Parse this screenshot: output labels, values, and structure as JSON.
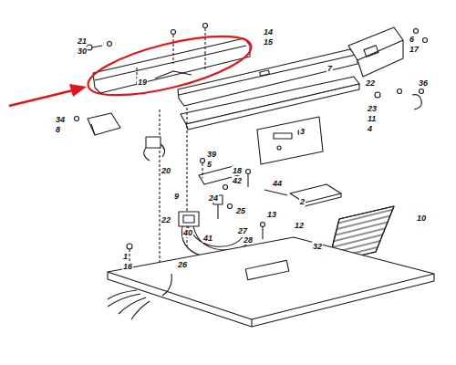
{
  "diagram": {
    "labels": [
      "21",
      "30",
      "19",
      "14",
      "15",
      "6",
      "17",
      "7",
      "22",
      "36",
      "34",
      "8",
      "20",
      "23",
      "11",
      "4",
      "3",
      "39",
      "5",
      "18",
      "42",
      "44",
      "24",
      "25",
      "2",
      "12",
      "13",
      "10",
      "22",
      "9",
      "40",
      "41",
      "27",
      "28",
      "26",
      "32",
      "1",
      "16"
    ]
  }
}
